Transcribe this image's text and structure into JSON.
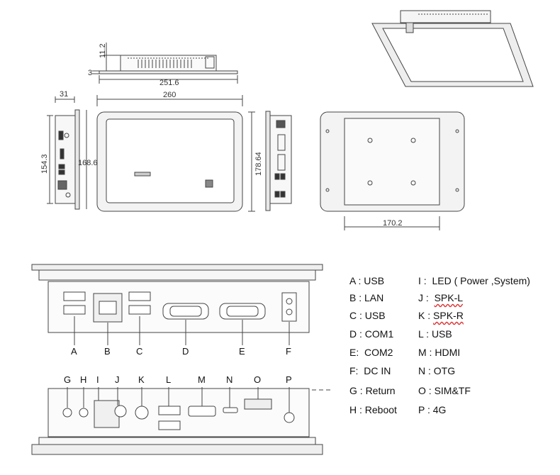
{
  "dimensions": {
    "depth_total": "31",
    "thickness_top": "11.2",
    "bezel": "3",
    "body_width": "251.6",
    "overall_width": "260",
    "side_height": "154.3",
    "front_height_inner": "168.6",
    "overall_height": "178.64",
    "back_width": "170.2"
  },
  "port_letters_top": [
    "A",
    "B",
    "C",
    "D",
    "E",
    "F"
  ],
  "port_letters_bottom": [
    "G",
    "H",
    "I",
    "J",
    "K",
    "L",
    "M",
    "N",
    "O",
    "P"
  ],
  "legend": {
    "left": [
      {
        "key": "A :",
        "value": "USB"
      },
      {
        "key": "B :",
        "value": "LAN"
      },
      {
        "key": "C :",
        "value": "USB"
      },
      {
        "key": "D :",
        "value": "COM1"
      },
      {
        "key": "E:",
        "value": "COM2"
      },
      {
        "key": "F:",
        "value": "DC IN"
      },
      {
        "key": "G :",
        "value": "Return"
      },
      {
        "key": "H :",
        "value": "Reboot"
      }
    ],
    "right": [
      {
        "key": "I :",
        "value": "LED ( Power ,System)"
      },
      {
        "key": "J :",
        "value": "SPK-L"
      },
      {
        "key": "K :",
        "value": "SPK-R"
      },
      {
        "key": "L :",
        "value": "USB"
      },
      {
        "key": "M :",
        "value": "HDMI"
      },
      {
        "key": "N :",
        "value": "OTG"
      },
      {
        "key": "O :",
        "value": "SIM&TF"
      },
      {
        "key": "P :",
        "value": "4G"
      }
    ]
  },
  "colors": {
    "line": "#444444",
    "panel_fill": "#f2f2f2",
    "screen_fill": "#ffffff",
    "squiggle": "#d33333"
  }
}
